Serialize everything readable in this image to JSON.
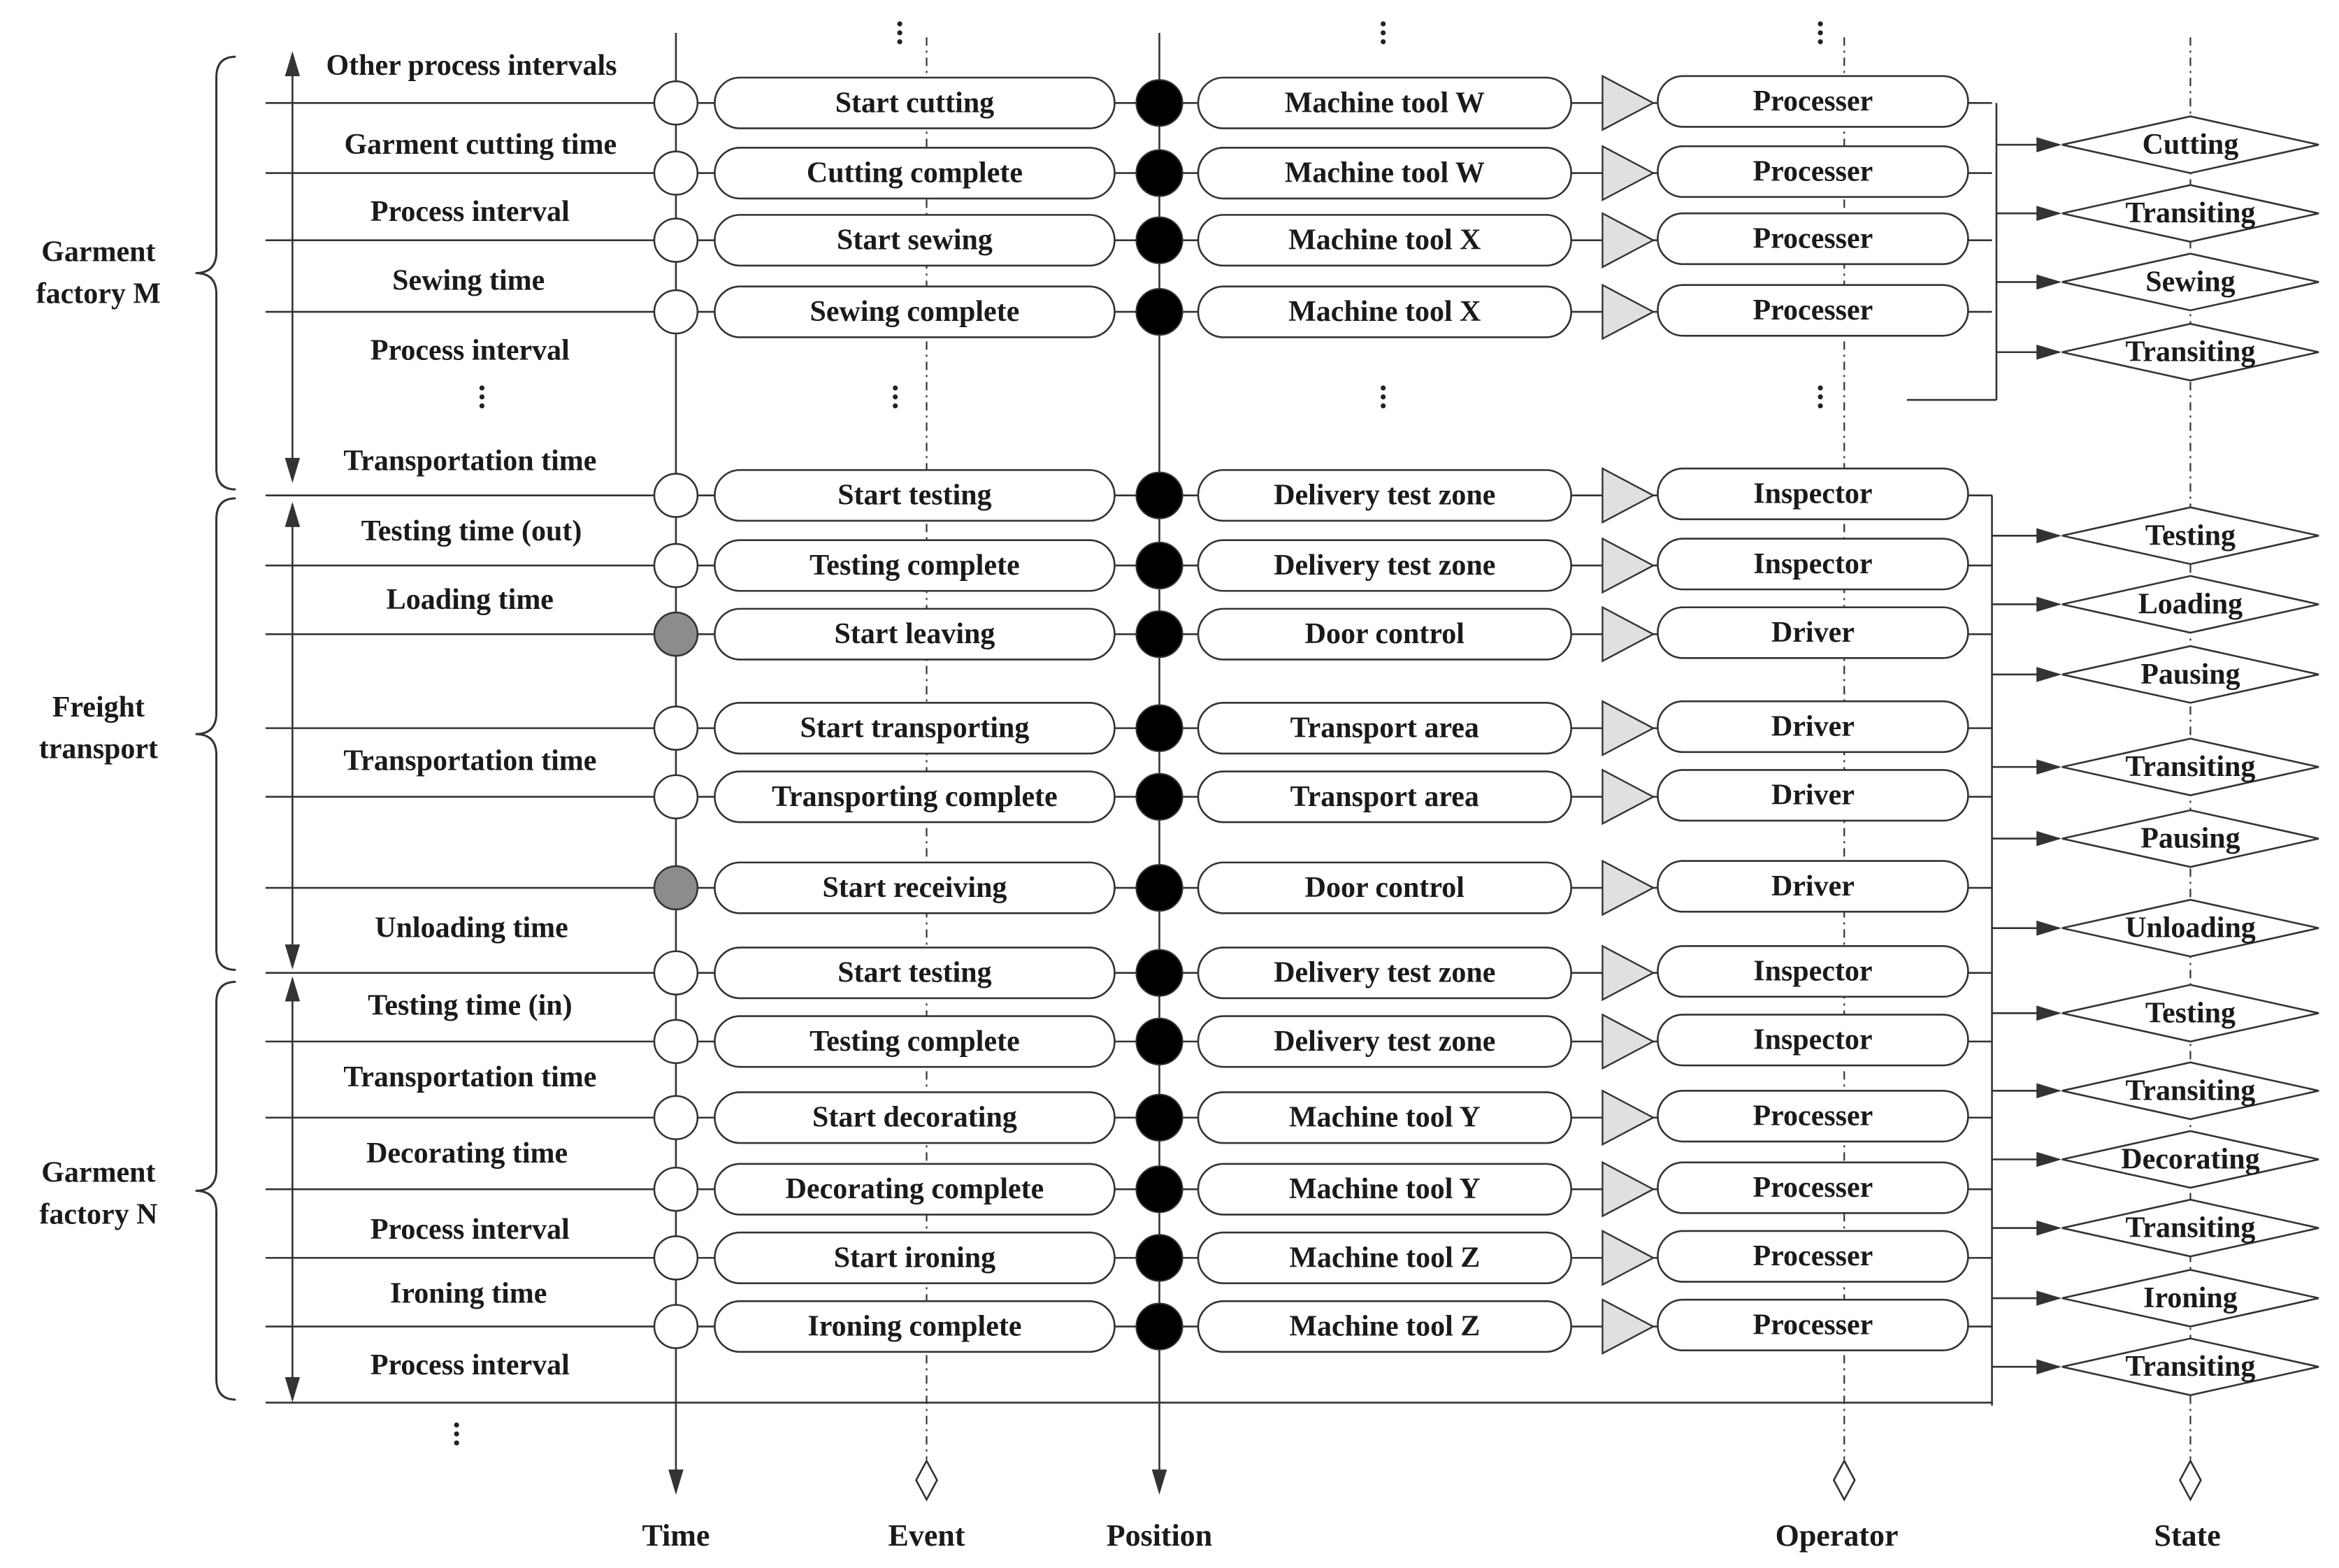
{
  "groups": [
    {
      "id": "m",
      "label_lines": [
        "Garment",
        "factory M"
      ]
    },
    {
      "id": "f",
      "label_lines": [
        "Freight",
        "transport"
      ]
    },
    {
      "id": "n",
      "label_lines": [
        "Garment",
        "factory N"
      ]
    }
  ],
  "rows": [
    {
      "event": "Start cutting",
      "position": "Machine tool W",
      "operator": "Processer",
      "node": "white"
    },
    {
      "event": "Cutting complete",
      "position": "Machine tool W",
      "operator": "Processer",
      "node": "white"
    },
    {
      "event": "Start sewing",
      "position": "Machine tool X",
      "operator": "Processer",
      "node": "white"
    },
    {
      "event": "Sewing complete",
      "position": "Machine tool X",
      "operator": "Processer",
      "node": "white"
    },
    {
      "event": "Start testing",
      "position": "Delivery test zone",
      "operator": "Inspector",
      "node": "white"
    },
    {
      "event": "Testing complete",
      "position": "Delivery test zone",
      "operator": "Inspector",
      "node": "white"
    },
    {
      "event": "Start leaving",
      "position": "Door control",
      "operator": "Driver",
      "node": "gray"
    },
    {
      "event": "Start transporting",
      "position": "Transport area",
      "operator": "Driver",
      "node": "white"
    },
    {
      "event": "Transporting complete",
      "position": "Transport area",
      "operator": "Driver",
      "node": "white"
    },
    {
      "event": "Start receiving",
      "position": "Door control",
      "operator": "Driver",
      "node": "gray"
    },
    {
      "event": "Start testing",
      "position": "Delivery test zone",
      "operator": "Inspector",
      "node": "white"
    },
    {
      "event": "Testing complete",
      "position": "Delivery test zone",
      "operator": "Inspector",
      "node": "white"
    },
    {
      "event": "Start decorating",
      "position": "Machine tool Y",
      "operator": "Processer",
      "node": "white"
    },
    {
      "event": "Decorating complete",
      "position": "Machine tool Y",
      "operator": "Processer",
      "node": "white"
    },
    {
      "event": "Start ironing",
      "position": "Machine tool Z",
      "operator": "Processer",
      "node": "white"
    },
    {
      "event": "Ironing complete",
      "position": "Machine tool Z",
      "operator": "Processer",
      "node": "white"
    }
  ],
  "intervals": [
    "Other process intervals",
    "Garment cutting time",
    "Process interval",
    "Sewing time",
    "Process interval",
    "Transportation time",
    "Testing time (out)",
    "Loading time",
    "Transportation time",
    "Unloading time",
    "Testing time (in)",
    "Transportation time",
    "Decorating time",
    "Process interval",
    "Ironing time",
    "Process interval"
  ],
  "states": [
    "Cutting",
    "Transiting",
    "Sewing",
    "Transiting",
    "Testing",
    "Loading",
    "Pausing",
    "Transiting",
    "Pausing",
    "Unloading",
    "Testing",
    "Transiting",
    "Decorating",
    "Transiting",
    "Ironing",
    "Transiting"
  ],
  "axes": [
    "Time",
    "Event",
    "Position",
    "Operator",
    "State"
  ],
  "colors": {
    "line": "#333333",
    "gray_node": "#8c8c8c",
    "triangle": "#e0e0e0",
    "black_node": "#000000"
  }
}
